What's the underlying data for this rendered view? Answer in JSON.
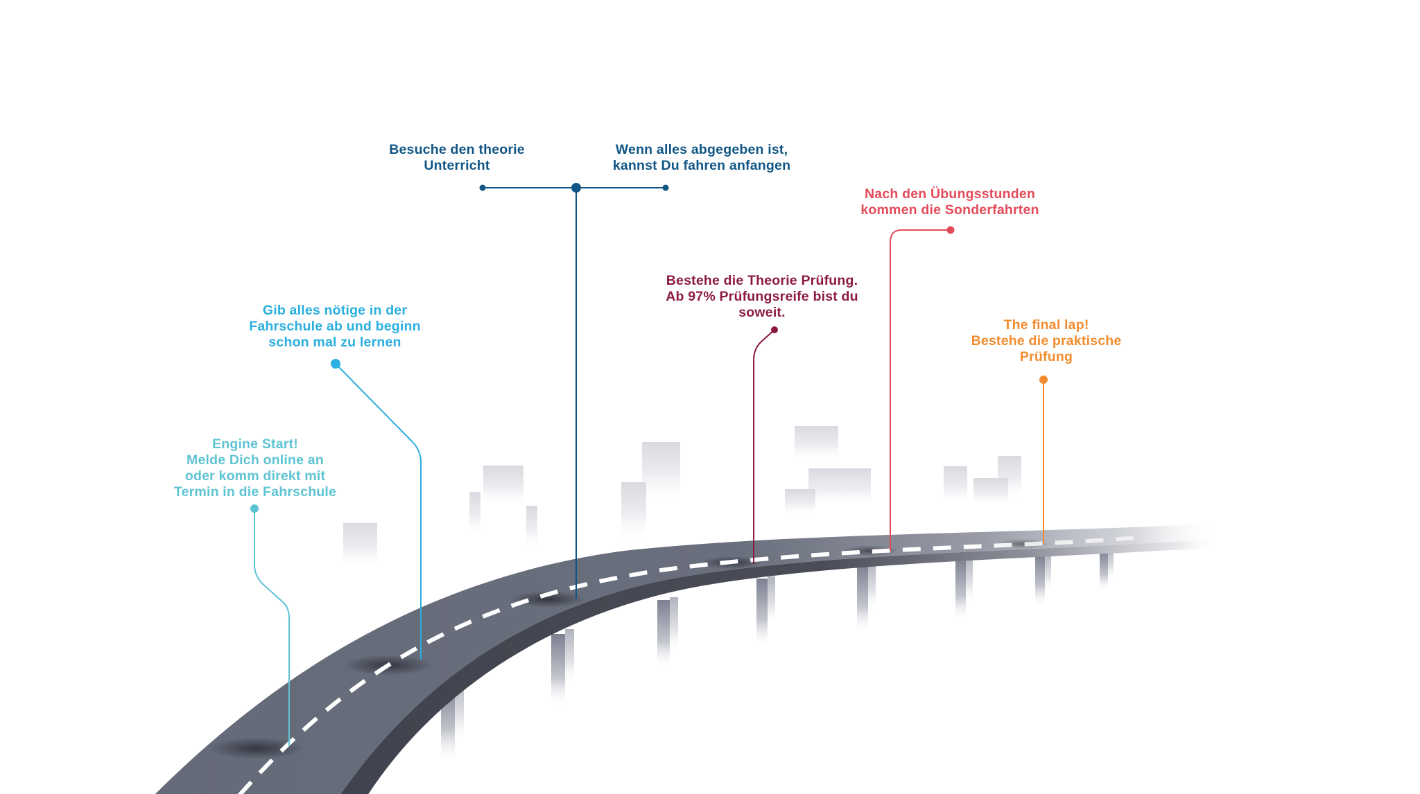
{
  "title": "Roadmap zum Führerschein",
  "colors": {
    "step1": "#5ec3d3",
    "step2": "#2aafdf",
    "step3": "#0f5585",
    "step4": "#8b1a42",
    "step5": "#e34b5a",
    "step6": "#f28c2e",
    "road": "#656a79",
    "road_edge": "#444751",
    "road_marking": "#ffffff",
    "building": "#dcdde1"
  },
  "milestones": [
    {
      "id": "engine-start",
      "lines": [
        "Engine Start!",
        "Melde Dich online an",
        "oder komm direkt mit",
        "Termin in die Fahrschule"
      ]
    },
    {
      "id": "unterlagen",
      "lines": [
        "Gib alles nötige in der",
        "Fahrschule ab und beginn",
        "schon mal zu lernen"
      ]
    },
    {
      "id": "theorie-unterricht",
      "lines": [
        "Besuche den theorie",
        "Unterricht"
      ]
    },
    {
      "id": "fahren-anfangen",
      "lines": [
        "Wenn alles abgegeben ist,",
        "kannst Du fahren anfangen"
      ]
    },
    {
      "id": "theorie-pruefung",
      "lines": [
        "Bestehe die Theorie Prüfung.",
        "Ab 97% Prüfungsreife bist du",
        "soweit."
      ]
    },
    {
      "id": "sonderfahrten",
      "lines": [
        "Nach den Übungsstunden",
        "kommen die Sonderfahrten"
      ]
    },
    {
      "id": "praktische-pruefung",
      "lines": [
        "The final lap!",
        "Bestehe die praktische",
        "Prüfung"
      ]
    }
  ]
}
